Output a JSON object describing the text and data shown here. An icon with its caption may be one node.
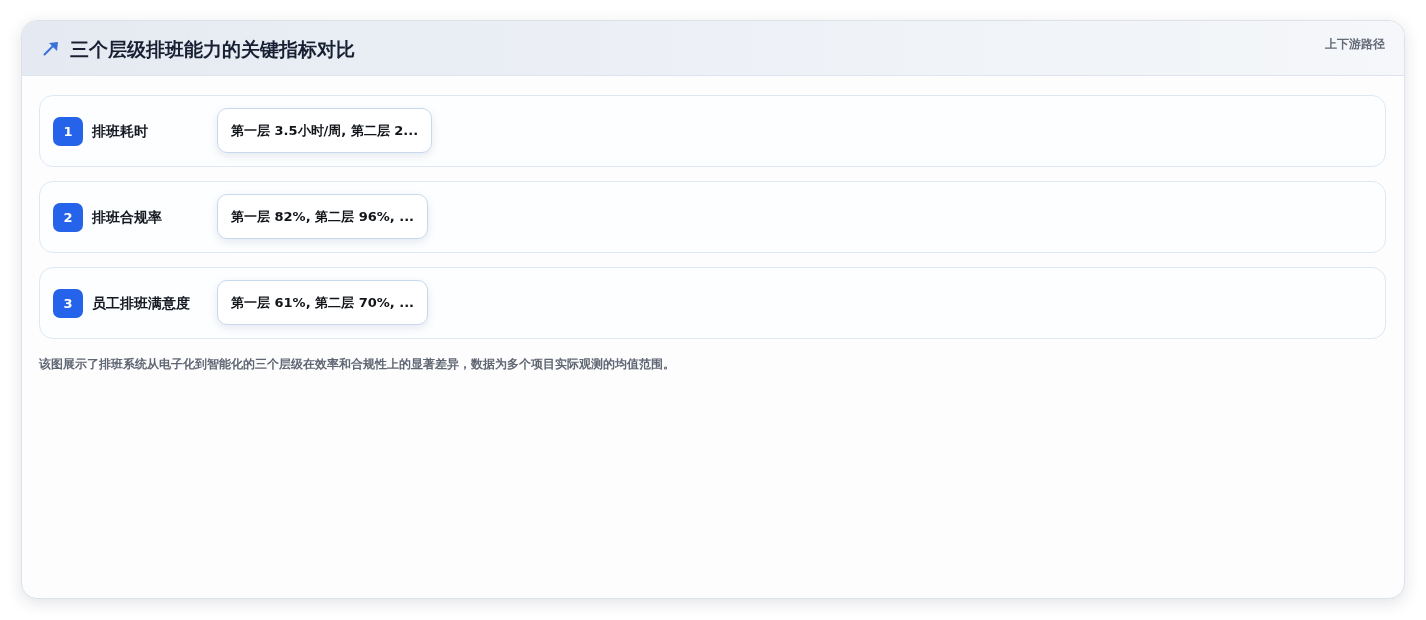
{
  "diagram": {
    "title": "三个层级排班能力的关键指标对比",
    "nodes": [
      {
        "text": [
          "排班耗时"
        ]
      },
      {
        "text": [
          "1"
        ],
        "in": 0
      },
      {
        "text": [
          "第一层 3.5小时/周, 第二层 2..."
        ],
        "in": 0
      },
      {
        "text": [
          "排班合规率"
        ]
      },
      {
        "text": [
          "2"
        ],
        "in": 3
      },
      {
        "text": [
          "第一层 82%, 第二层 96%, ..."
        ],
        "in": 3
      },
      {
        "text": [
          "员工排班满意度"
        ]
      },
      {
        "text": [
          "3"
        ],
        "in": 6
      },
      {
        "text": [
          "第一层 61%, 第二层 70%, ..."
        ],
        "in": 6
      }
    ],
    "labels": [
      "上下游路径"
    ],
    "caption": "该图展示了排班系统从电子化到智能化的三个层级在效率和合规性上的显著差异，数据为多个项目实际观测的均值范围。"
  }
}
